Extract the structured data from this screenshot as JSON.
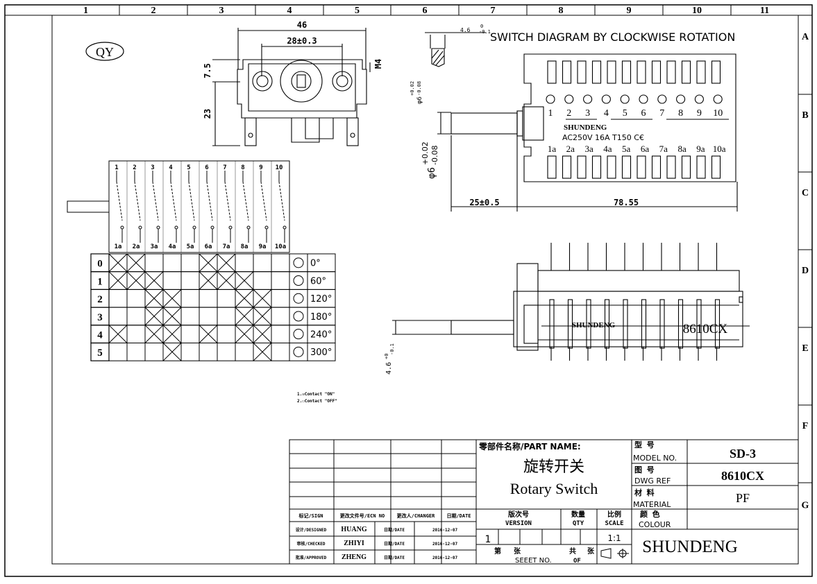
{
  "border": {
    "columns": [
      "1",
      "2",
      "3",
      "4",
      "5",
      "6",
      "7",
      "8",
      "9",
      "10",
      "11"
    ],
    "rows": [
      "A",
      "B",
      "C",
      "D",
      "E",
      "F",
      "G"
    ]
  },
  "logo": "QY",
  "front_view": {
    "dim_width": "46",
    "dim_holes": "28±0.3",
    "dim_thread": "M4",
    "dim_top": "7.5",
    "dim_height": "23"
  },
  "side_view": {
    "title": "SWITCH DIAGRAM BY CLOCKWISE ROTATION",
    "flat_dim": "4.6",
    "flat_tol_up": "0",
    "flat_tol_down": "-0.1",
    "shaft_dia": "φ6",
    "shaft_tol_up": "+0.02",
    "shaft_tol_down": "-0.08",
    "shaft_dia_small": "φ6",
    "shaft_tol_small_up": "+0.02",
    "shaft_tol_small_down": "-0.08",
    "terminals_top": [
      "1",
      "2",
      "3",
      "4",
      "5",
      "6",
      "7",
      "8",
      "9",
      "10"
    ],
    "terminals_bottom": [
      "1a",
      "2a",
      "3a",
      "4a",
      "5a",
      "6a",
      "7a",
      "8a",
      "9a",
      "10a"
    ],
    "brand": "SHUNDENG",
    "rating": "AC250V  16A  T150  C€",
    "dim_shaft": "25±0.5",
    "dim_body": "78.55"
  },
  "bottom_view": {
    "brand": "SHUNDENG",
    "model": "8610CX",
    "dim_flat": "4.6",
    "dim_flat_up": "+0",
    "dim_flat_down": "-0.1"
  },
  "schematic": {
    "terminals_top": [
      "1",
      "2",
      "3",
      "4",
      "5",
      "6",
      "7",
      "8",
      "9",
      "10"
    ],
    "terminals_bottom": [
      "1a",
      "2a",
      "3a",
      "4a",
      "5a",
      "6a",
      "7a",
      "8a",
      "9a",
      "10a"
    ]
  },
  "switch_table": {
    "positions": [
      "0",
      "1",
      "2",
      "3",
      "4",
      "5"
    ],
    "angles": [
      "0°",
      "60°",
      "120°",
      "180°",
      "240°",
      "300°"
    ],
    "on_matrix": [
      [
        1,
        1,
        0,
        0,
        0,
        1,
        1,
        0,
        0,
        0
      ],
      [
        1,
        1,
        1,
        0,
        0,
        1,
        1,
        1,
        0,
        0
      ],
      [
        0,
        0,
        1,
        1,
        0,
        0,
        0,
        1,
        1,
        0
      ],
      [
        0,
        0,
        1,
        1,
        0,
        0,
        0,
        1,
        1,
        0
      ],
      [
        1,
        0,
        1,
        1,
        0,
        1,
        0,
        1,
        1,
        0
      ],
      [
        0,
        0,
        0,
        1,
        0,
        0,
        0,
        0,
        1,
        0
      ]
    ]
  },
  "legend": {
    "on": "1.☒Contact \"ON\"",
    "off": "2.☐Contact \"OFF\""
  },
  "title_block": {
    "part_name_label": "零部件名称/PART NAME:",
    "part_name_cn": "旋转开关",
    "part_name_en": "Rotary Switch",
    "model_cn": "型      号",
    "model_en": "MODEL NO.",
    "model_value": "SD-3",
    "dwg_cn": "图      号",
    "dwg_en": "DWG REF",
    "dwg_value": "8610CX",
    "material_cn": "材      料",
    "material_en": "MATERIAL",
    "material_value": "PF",
    "colour_cn": "颜    色",
    "colour_en": "COLOUR",
    "company": "SHUNDENG",
    "version_cn": "版次号",
    "version_en": "VERSION",
    "version_value": "1",
    "qty_cn": "数量",
    "qty_en": "QTY",
    "scale_cn": "比例",
    "scale_en": "SCALE",
    "scale_value": "1:1",
    "sheet_cn_a": "第",
    "sheet_cn_b": "张",
    "sheet_en": "SEEET NO.",
    "of_cn_a": "共",
    "of_cn_b": "张",
    "of_en": "OF",
    "sign_header": "标记/SIGN",
    "ecn_header": "更改文件号/ECN NO",
    "changer_header": "更改人/CHANGER",
    "date_header": "日期/DATE",
    "rows": [
      {
        "role": "设计/DESIGNED",
        "name": "HUANG",
        "date_label": "日期/DATE",
        "date": "2016-12-07"
      },
      {
        "role": "审核/CHECKED",
        "name": "ZHIYI",
        "date_label": "日期/DATE",
        "date": "2016-12-07"
      },
      {
        "role": "批准/APPROVED",
        "name": "ZHENG",
        "date_label": "日期/DATE",
        "date": "2016-12-07"
      }
    ]
  }
}
